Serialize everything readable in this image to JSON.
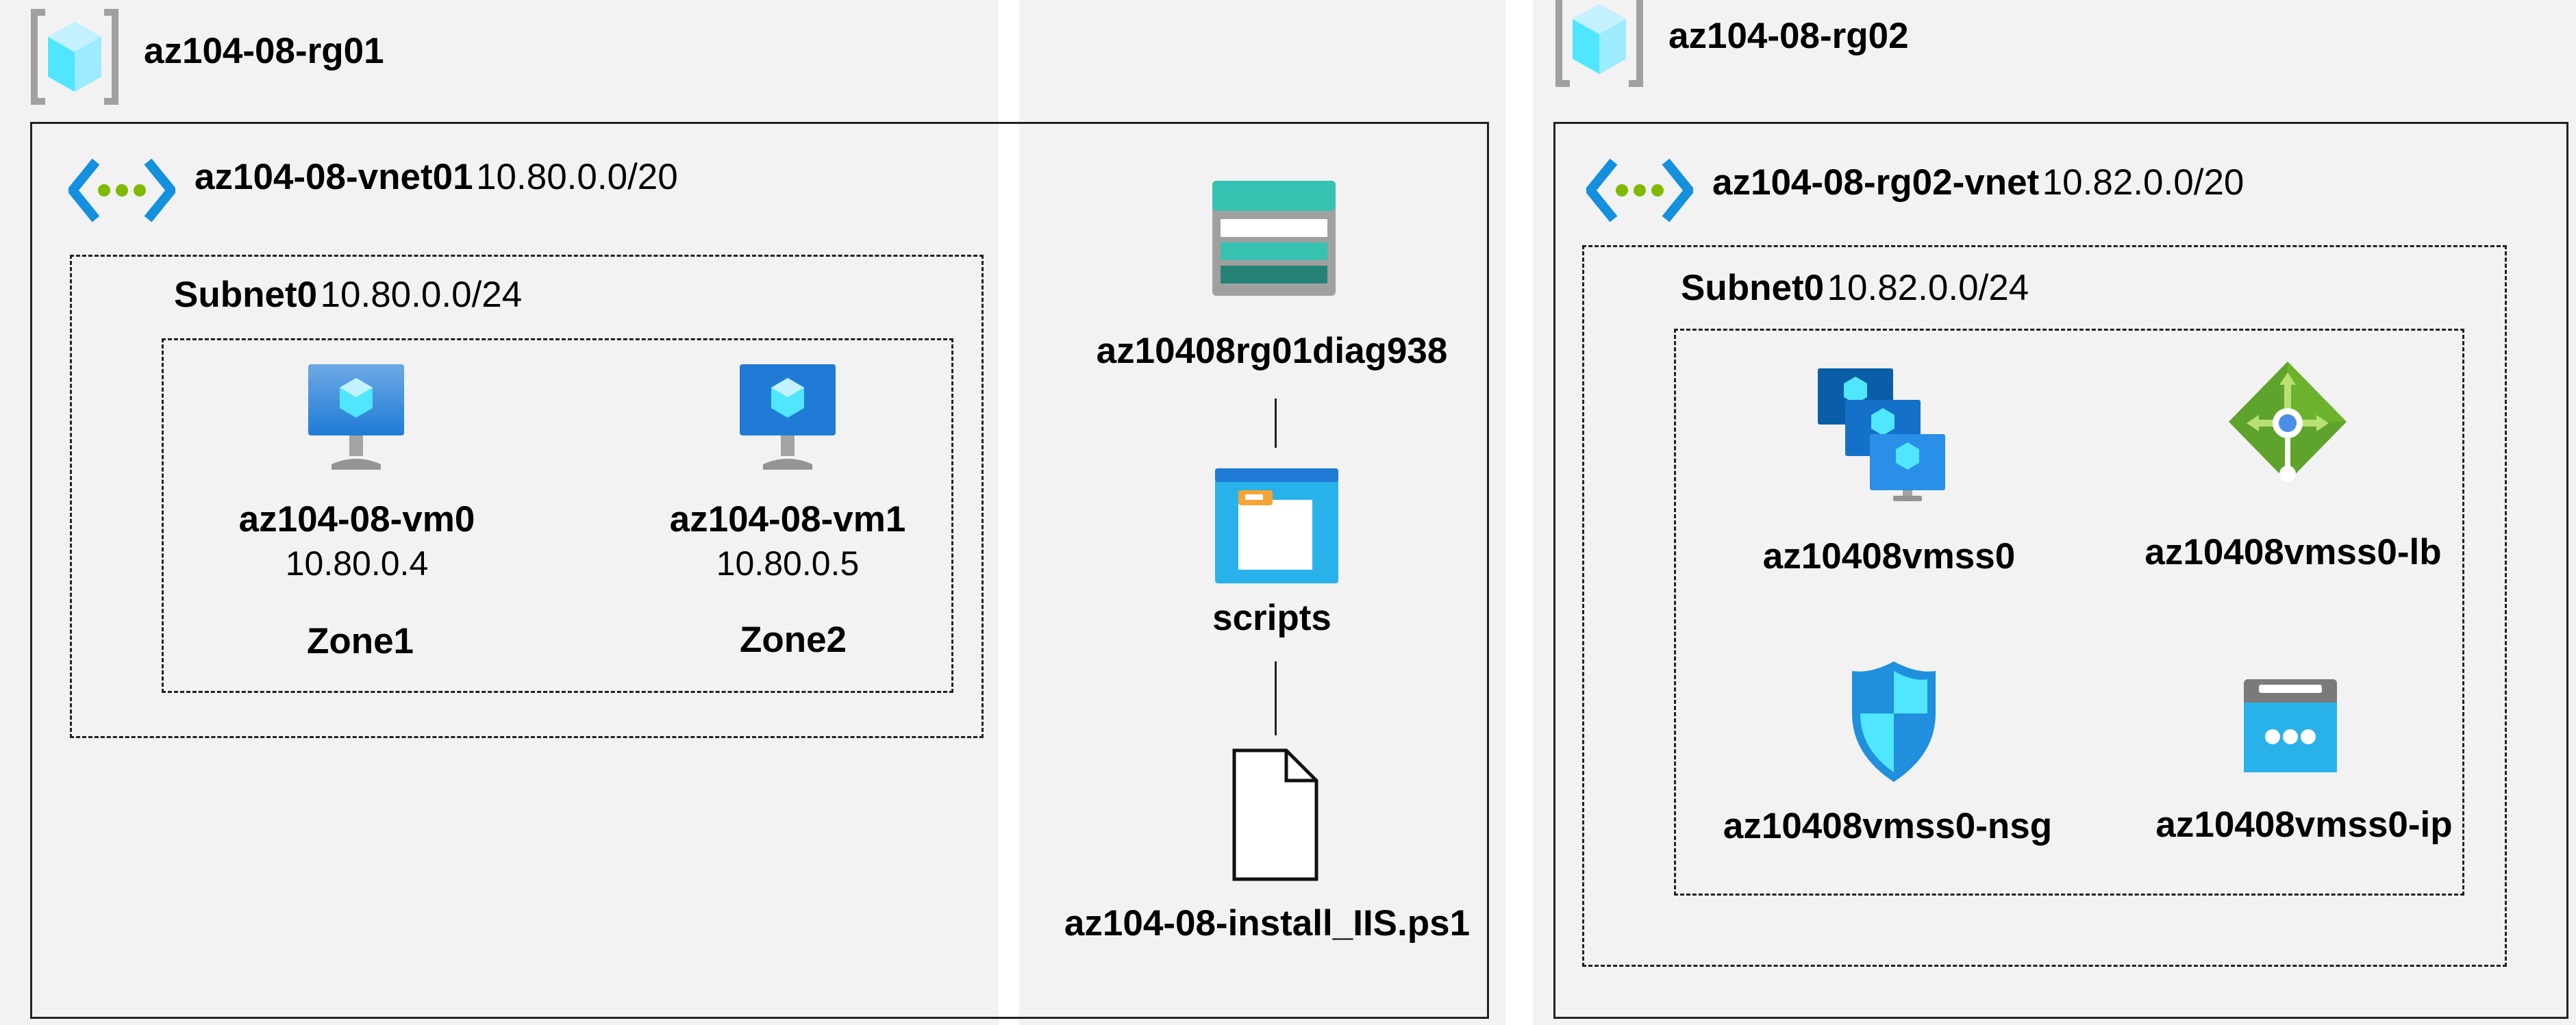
{
  "rg01": {
    "name": "az104-08-rg01",
    "icon": "resource-group-icon",
    "vnet": {
      "name": "az104-08-vnet01",
      "cidr": "10.80.0.0/20",
      "icon": "virtual-network-icon",
      "subnet": {
        "name": "Subnet0",
        "cidr": "10.80.0.0/24",
        "vms": [
          {
            "name": "az104-08-vm0",
            "ip": "10.80.0.4",
            "zone": "Zone1",
            "icon": "virtual-machine-icon"
          },
          {
            "name": "az104-08-vm1",
            "ip": "10.80.0.5",
            "zone": "Zone2",
            "icon": "virtual-machine-icon"
          }
        ]
      }
    },
    "storage": {
      "account": {
        "name": "az10408rg01diag938",
        "icon": "storage-account-icon"
      },
      "container": {
        "name": "scripts",
        "icon": "blob-container-icon"
      },
      "blob": {
        "name": "az104-08-install_IIS.ps1",
        "icon": "file-icon"
      }
    }
  },
  "rg02": {
    "name": "az104-08-rg02",
    "icon": "resource-group-icon",
    "vnet": {
      "name": "az104-08-rg02-vnet",
      "cidr": "10.82.0.0/20",
      "icon": "virtual-network-icon",
      "subnet": {
        "name": "Subnet0",
        "cidr": "10.82.0.0/24",
        "resources": [
          {
            "name": "az10408vmss0",
            "icon": "vm-scale-set-icon"
          },
          {
            "name": "az10408vmss0-lb",
            "icon": "load-balancer-icon"
          },
          {
            "name": "az10408vmss0-nsg",
            "icon": "network-security-group-icon"
          },
          {
            "name": "az10408vmss0-ip",
            "icon": "public-ip-icon"
          }
        ]
      }
    }
  },
  "colors": {
    "panel_bg": "#f2f2f2",
    "azure_blue": "#0078d4",
    "azure_light_blue": "#50e6ff",
    "storage_teal": "#37c2b1",
    "lb_green": "#5ea32b"
  }
}
